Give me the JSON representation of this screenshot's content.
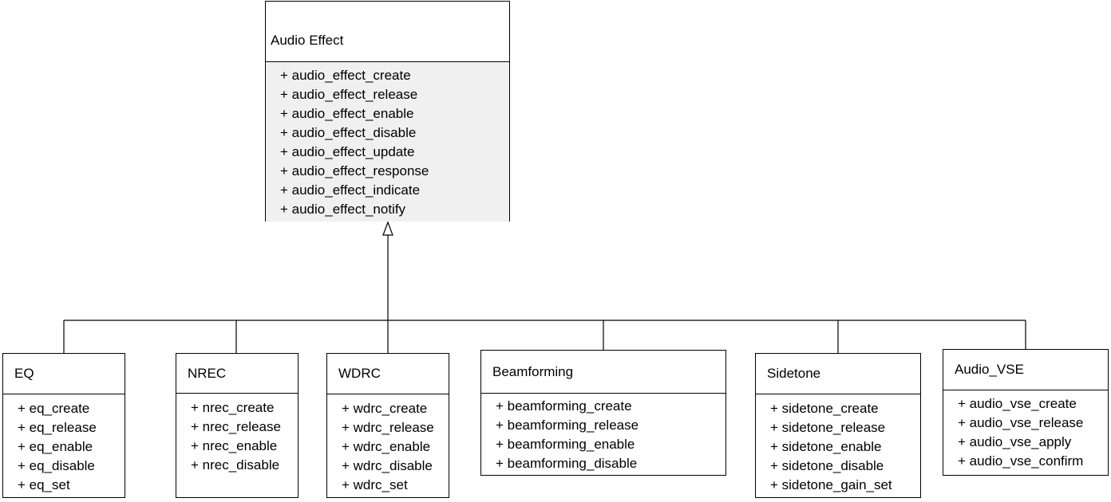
{
  "diagram": {
    "parent": {
      "name": "Audio Effect",
      "methods": [
        "+ audio_effect_create",
        "+ audio_effect_release",
        "+ audio_effect_enable",
        "+ audio_effect_disable",
        "+ audio_effect_update",
        "+ audio_effect_response",
        "+ audio_effect_indicate",
        "+ audio_effect_notify"
      ]
    },
    "children": [
      {
        "name": "EQ",
        "methods": [
          "+ eq_create",
          "+ eq_release",
          "+ eq_enable",
          "+ eq_disable",
          "+ eq_set"
        ]
      },
      {
        "name": "NREC",
        "methods": [
          "+ nrec_create",
          "+ nrec_release",
          "+ nrec_enable",
          "+ nrec_disable"
        ]
      },
      {
        "name": "WDRC",
        "methods": [
          "+ wdrc_create",
          "+ wdrc_release",
          "+ wdrc_enable",
          "+ wdrc_disable",
          "+ wdrc_set"
        ]
      },
      {
        "name": "Beamforming",
        "methods": [
          "+ beamforming_create",
          "+ beamforming_release",
          "+ beamforming_enable",
          "+ beamforming_disable"
        ]
      },
      {
        "name": "Sidetone",
        "methods": [
          "+ sidetone_create",
          "+ sidetone_release",
          "+ sidetone_enable",
          "+ sidetone_disable",
          "+ sidetone_gain_set"
        ]
      },
      {
        "name": "Audio_VSE",
        "methods": [
          "+ audio_vse_create",
          "+ audio_vse_release",
          "+ audio_vse_apply",
          "+ audio_vse_confirm"
        ]
      }
    ]
  }
}
